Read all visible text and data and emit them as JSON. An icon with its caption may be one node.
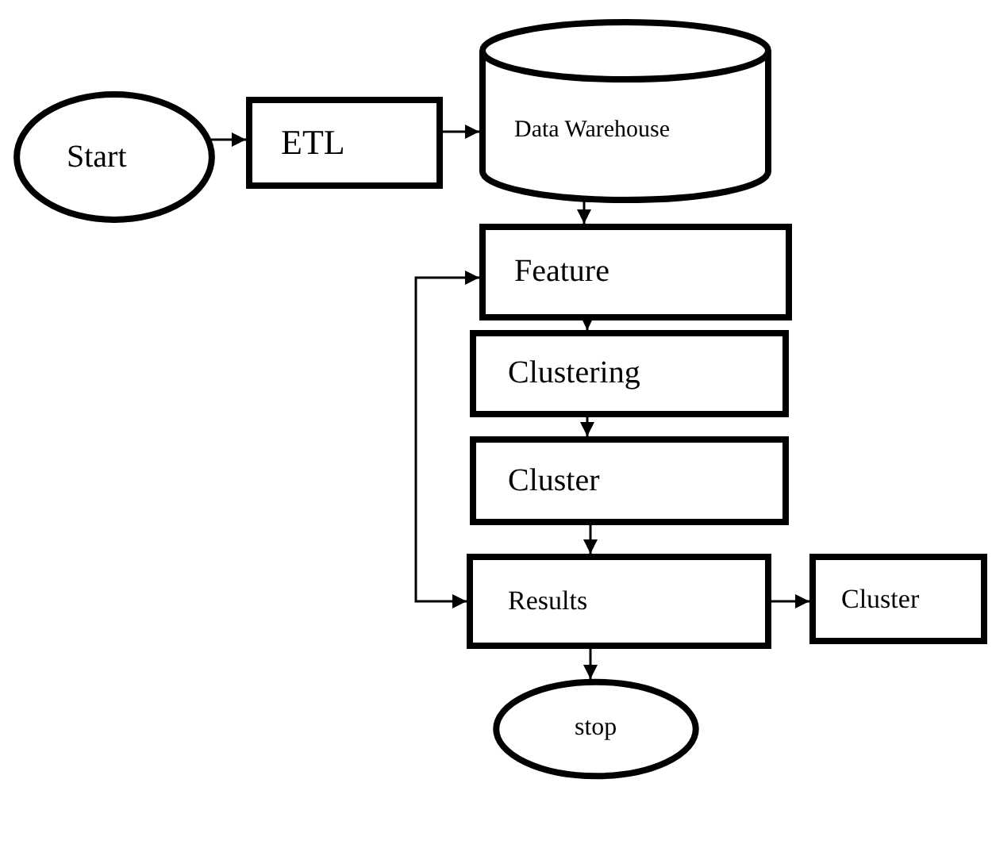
{
  "diagram": {
    "nodes": [
      {
        "text": [
          "Start"
        ]
      },
      {
        "text": [
          "ETL"
        ]
      },
      {
        "text": [
          "Data Warehouse"
        ]
      },
      {
        "text": [
          "Feature"
        ]
      },
      {
        "text": [
          "Clustering"
        ]
      },
      {
        "text": [
          "Cluster"
        ]
      },
      {
        "text": [
          "Results"
        ]
      },
      {
        "text": [
          "Cluster"
        ]
      },
      {
        "text": [
          "stop"
        ]
      }
    ],
    "edges": [
      {
        "from": 0,
        "to": 1,
        "arrow": "to"
      },
      {
        "from": 1,
        "to": 2,
        "arrow": "to"
      },
      {
        "from": 2,
        "to": 3,
        "arrow": "to"
      },
      {
        "from": 3,
        "to": 4,
        "arrow": "to"
      },
      {
        "from": 4,
        "to": 5,
        "arrow": "to"
      },
      {
        "from": 5,
        "to": 6,
        "arrow": "to"
      },
      {
        "from": 6,
        "to": 7,
        "arrow": "to"
      },
      {
        "from": 6,
        "to": 8,
        "arrow": "to"
      },
      {
        "from": 6,
        "to": 3,
        "arrow": "both"
      }
    ]
  }
}
